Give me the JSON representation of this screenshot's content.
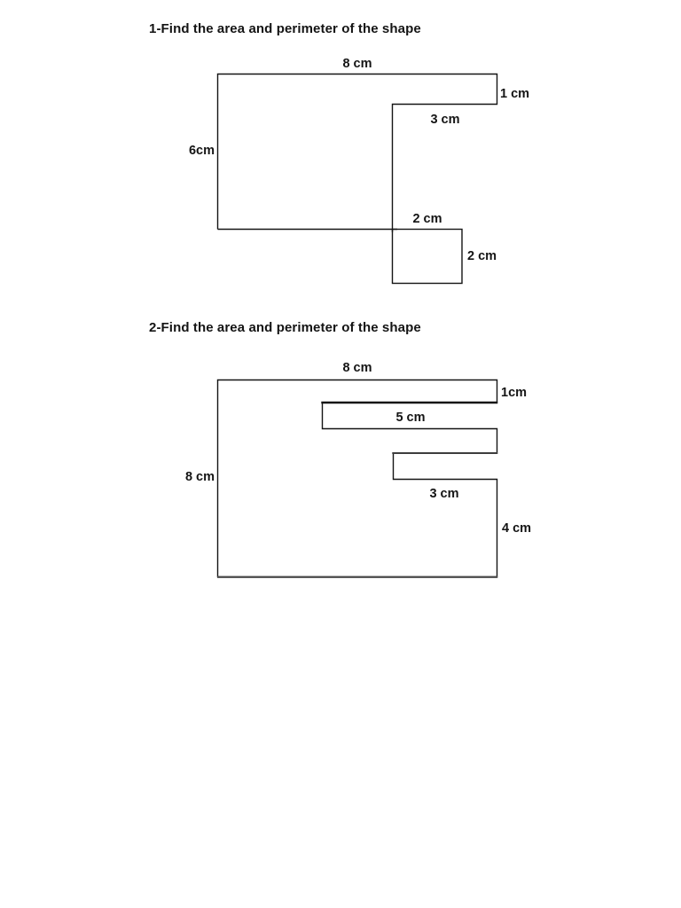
{
  "problems": [
    {
      "number": "1",
      "title": "1-Find the area and perimeter of the shape",
      "labels": {
        "top_width": "8 cm",
        "right_step_height": "1 cm",
        "step_width": "3 cm",
        "left_height": "6cm",
        "square_top_width": "2 cm",
        "square_right_height": "2 cm"
      }
    },
    {
      "number": "2",
      "title": "2-Find the area and perimeter of the shape",
      "labels": {
        "top_width": "8 cm",
        "right_step_height": "1cm",
        "slot1_width": "5 cm",
        "left_height": "8 cm",
        "slot2_width": "3 cm",
        "right_lower_height": "4 cm"
      }
    }
  ]
}
